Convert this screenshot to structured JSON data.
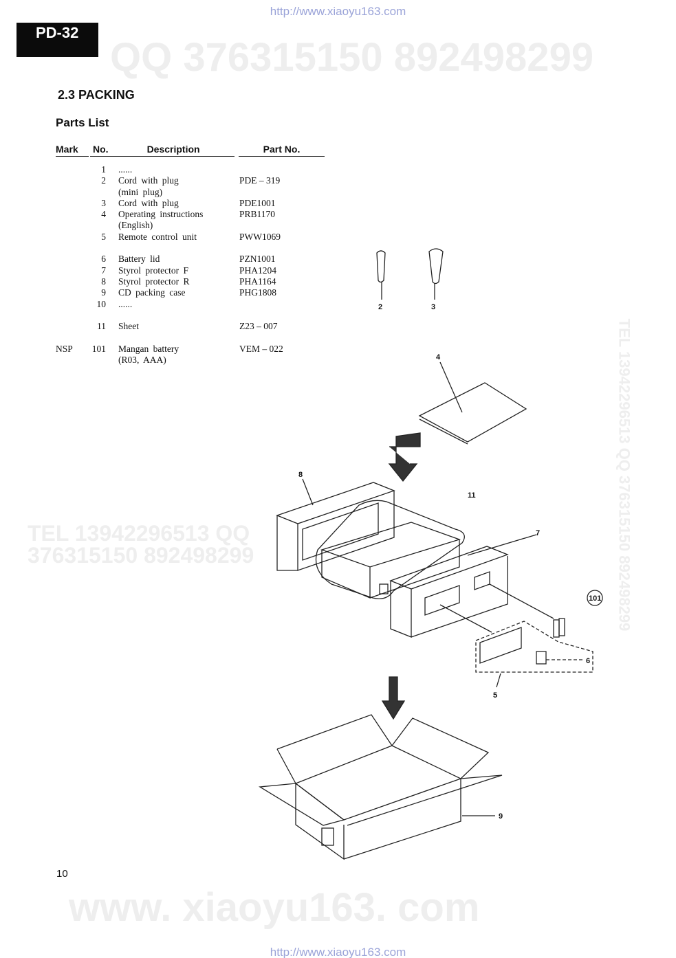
{
  "header_url": "http://www.xiaoyu163.com",
  "footer_url": "http://www.xiaoyu163.com",
  "model": "PD-32",
  "watermarks": {
    "qq": "QQ 376315150  892498299",
    "mid": "TEL 13942296513         QQ 376315150  892498299",
    "bottom": "www. xiaoyu163. com",
    "side": "TEL 13942296513  QQ 376315150  892498299"
  },
  "section_title": "2.3  PACKING",
  "subtitle": "Parts List",
  "columns": {
    "mark": "Mark",
    "no": "No.",
    "description": "Description",
    "part_no": "Part No."
  },
  "rows": [
    {
      "mark": "",
      "no": "1",
      "desc": "......",
      "desc2": "",
      "part": ""
    },
    {
      "mark": "",
      "no": "2",
      "desc": "Cord with plug",
      "desc2": "(mini plug)",
      "part": "PDE – 319"
    },
    {
      "mark": "",
      "no": "3",
      "desc": "Cord with plug",
      "desc2": "",
      "part": "PDE1001"
    },
    {
      "mark": "",
      "no": "4",
      "desc": "Operating instructions",
      "desc2": "(English)",
      "part": "PRB1170"
    },
    {
      "mark": "",
      "no": "5",
      "desc": "Remote control unit",
      "desc2": "",
      "part": "PWW1069"
    },
    {
      "mark": "",
      "no": "6",
      "desc": "Battery lid",
      "desc2": "",
      "part": "PZN1001"
    },
    {
      "mark": "",
      "no": "7",
      "desc": "Styrol protector F",
      "desc2": "",
      "part": "PHA1204"
    },
    {
      "mark": "",
      "no": "8",
      "desc": "Styrol protector R",
      "desc2": "",
      "part": "PHA1164"
    },
    {
      "mark": "",
      "no": "9",
      "desc": "CD packing case",
      "desc2": "",
      "part": "PHG1808"
    },
    {
      "mark": "",
      "no": "10",
      "desc": "......",
      "desc2": "",
      "part": ""
    },
    {
      "mark": "",
      "no": "11",
      "desc": "Sheet",
      "desc2": "",
      "part": "Z23 – 007"
    },
    {
      "mark": "NSP",
      "no": "101",
      "desc": "Mangan battery",
      "desc2": "(R03, AAA)",
      "part": "VEM – 022"
    }
  ],
  "callouts": {
    "c2": "2",
    "c3": "3",
    "c4": "4",
    "c5": "5",
    "c6": "6",
    "c7": "7",
    "c8": "8",
    "c9": "9",
    "c11": "11",
    "c101": "101"
  },
  "page_number": "10"
}
